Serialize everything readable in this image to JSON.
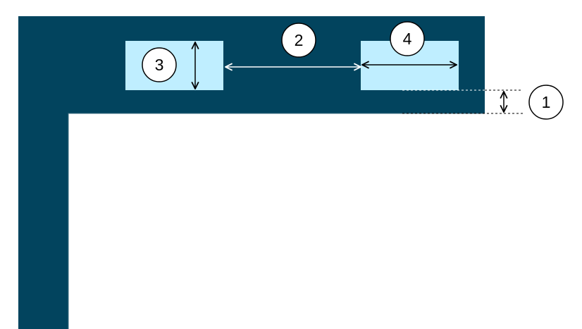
{
  "colors": {
    "frame": "#02445e",
    "content": "#ffffff",
    "button_fill": "#bfeeff",
    "dimension_arrow_inside": "#ffffff",
    "dimension_arrow_outside": "#000000",
    "guide_line": "#000000",
    "marker_fill": "#ffffff",
    "marker_stroke": "#000000"
  },
  "markers": [
    {
      "id": "1",
      "label": "1",
      "meaning": "spacing-height"
    },
    {
      "id": "2",
      "label": "2",
      "meaning": "gap-between-buttons"
    },
    {
      "id": "3",
      "label": "3",
      "meaning": "button-height"
    },
    {
      "id": "4",
      "label": "4",
      "meaning": "button-width"
    }
  ],
  "icons": {
    "double_arrow": "double-headed-arrow-icon",
    "marker": "numbered-circle-icon"
  }
}
